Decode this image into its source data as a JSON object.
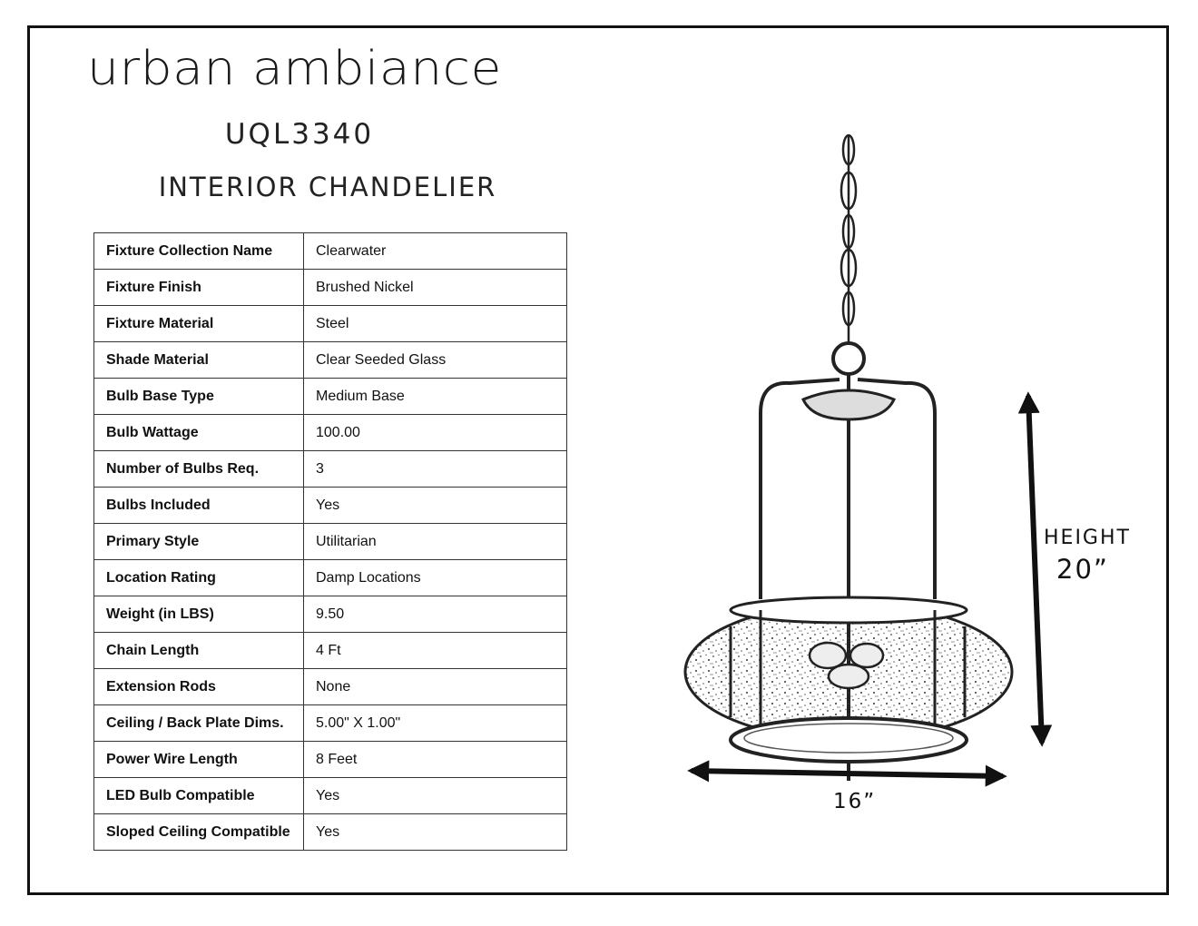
{
  "header": {
    "brand": "urban ambiance",
    "model": "UQL3340",
    "product_title": "INTERIOR CHANDELIER"
  },
  "specs": [
    {
      "label": "Fixture Collection Name",
      "value": "Clearwater"
    },
    {
      "label": "Fixture Finish",
      "value": "Brushed Nickel"
    },
    {
      "label": "Fixture Material",
      "value": "Steel"
    },
    {
      "label": "Shade Material",
      "value": "Clear Seeded Glass"
    },
    {
      "label": "Bulb Base Type",
      "value": "Medium Base"
    },
    {
      "label": "Bulb Wattage",
      "value": "100.00"
    },
    {
      "label": "Number of Bulbs Req.",
      "value": "3"
    },
    {
      "label": "Bulbs Included",
      "value": "Yes"
    },
    {
      "label": "Primary Style",
      "value": "Utilitarian"
    },
    {
      "label": "Location Rating",
      "value": "Damp Locations"
    },
    {
      "label": "Weight (in LBS)",
      "value": "9.50"
    },
    {
      "label": "Chain Length",
      "value": "4 Ft"
    },
    {
      "label": "Extension Rods",
      "value": "None"
    },
    {
      "label": "Ceiling / Back Plate Dims.",
      "value": "5.00\" X 1.00\""
    },
    {
      "label": "Power Wire Length",
      "value": "8 Feet"
    },
    {
      "label": "LED Bulb Compatible",
      "value": "Yes"
    },
    {
      "label": "Sloped Ceiling Compatible",
      "value": "Yes"
    }
  ],
  "dimensions": {
    "height_label": "HEIGHT",
    "height_value": "20”",
    "width_value": "16”"
  }
}
